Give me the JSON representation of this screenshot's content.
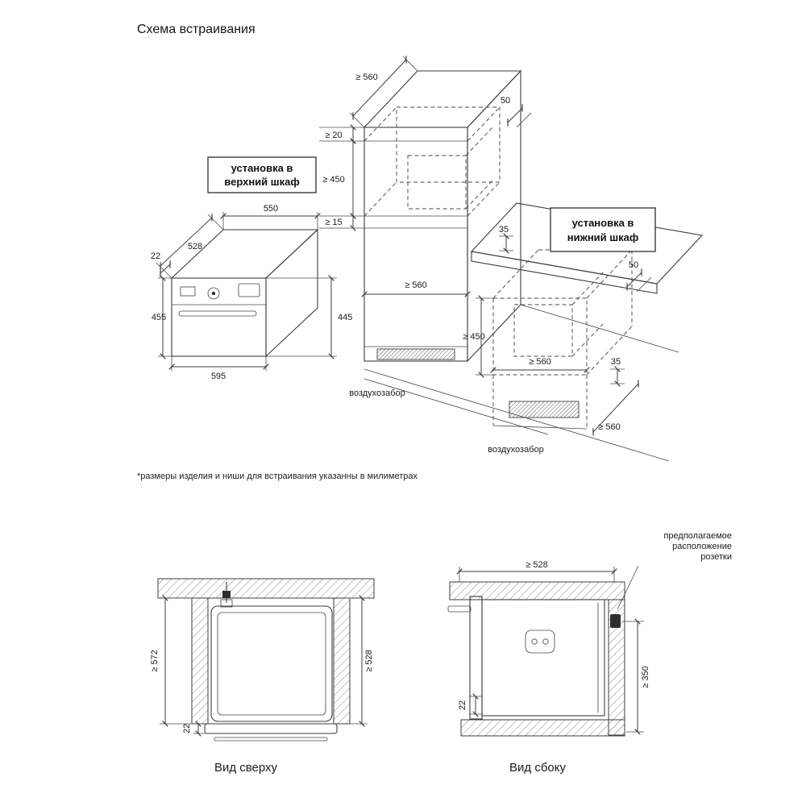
{
  "title": "Схема встраивания",
  "footnote": "*размеры изделия и ниши для встраивания указанны в милиметрах",
  "callouts": {
    "upper": {
      "line1": "установка в",
      "line2": "верхний шкаф"
    },
    "lower": {
      "line1": "установка в",
      "line2": "нижний шкаф"
    }
  },
  "air_intake": {
    "upper": "воздухозабор",
    "lower": "воздухозабор"
  },
  "oven_dims": {
    "door": "22",
    "depth_body": "528",
    "depth_total": "550",
    "height_front": "455",
    "height_back": "445",
    "width": "595"
  },
  "upper_cabinet_dims": {
    "depth": "≥ 560",
    "rear_gap": "50",
    "top_clearance": "≥ 20",
    "niche_height": "≥ 450",
    "bottom_clearance": "≥ 15",
    "rear_vent": "35",
    "niche_width": "≥ 560"
  },
  "lower_cabinet_dims": {
    "rear_gap": "50",
    "rear_vent": "35",
    "niche_height": "≥ 450",
    "niche_width": "≥ 560",
    "niche_depth": "≥ 560"
  },
  "top_view": {
    "caption": "Вид сверху",
    "niche_width": "≥ 572",
    "niche_depth": "≥ 528",
    "door": "22"
  },
  "side_view": {
    "caption": "Вид сбоку",
    "niche_depth": "≥ 528",
    "door": "22",
    "socket_height": "≥ 350",
    "socket_note": {
      "line1": "предполагаемое",
      "line2": "расположение",
      "line3": "розетки"
    }
  }
}
